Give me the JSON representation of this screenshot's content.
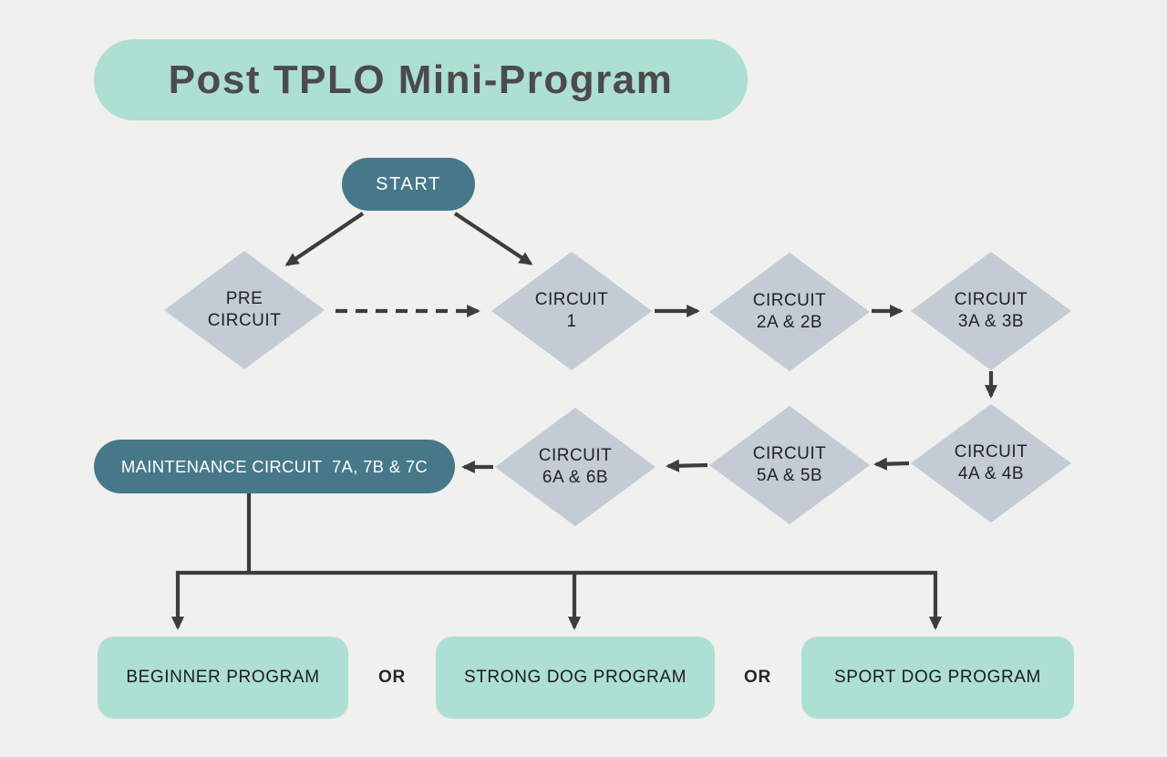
{
  "title": "Post TPLO Mini-Program",
  "colors": {
    "background": "#f0f0ee",
    "mint": "#addfd3",
    "teal": "#47788a",
    "diamond": "#c3ccd4",
    "arrow": "#3d3d3d",
    "text_dark": "#222222",
    "title_text": "#4b4b4b"
  },
  "nodes": {
    "start": {
      "label": "START"
    },
    "pre_circuit": {
      "line1": "PRE",
      "line2": "CIRCUIT"
    },
    "circuit_1": {
      "line1": "CIRCUIT",
      "line2": "1"
    },
    "circuit_2": {
      "line1": "CIRCUIT",
      "line2": "2A & 2B"
    },
    "circuit_3": {
      "line1": "CIRCUIT",
      "line2": "3A & 3B"
    },
    "circuit_4": {
      "line1": "CIRCUIT",
      "line2": "4A & 4B"
    },
    "circuit_5": {
      "line1": "CIRCUIT",
      "line2": "5A & 5B"
    },
    "circuit_6": {
      "line1": "CIRCUIT",
      "line2": "6A & 6B"
    },
    "maintenance": {
      "label": "MAINTENANCE CIRCUIT  7A, 7B & 7C"
    }
  },
  "programs": [
    {
      "label": "BEGINNER PROGRAM"
    },
    {
      "label": "STRONG DOG PROGRAM"
    },
    {
      "label": "SPORT DOG PROGRAM"
    }
  ],
  "or_label": "OR"
}
